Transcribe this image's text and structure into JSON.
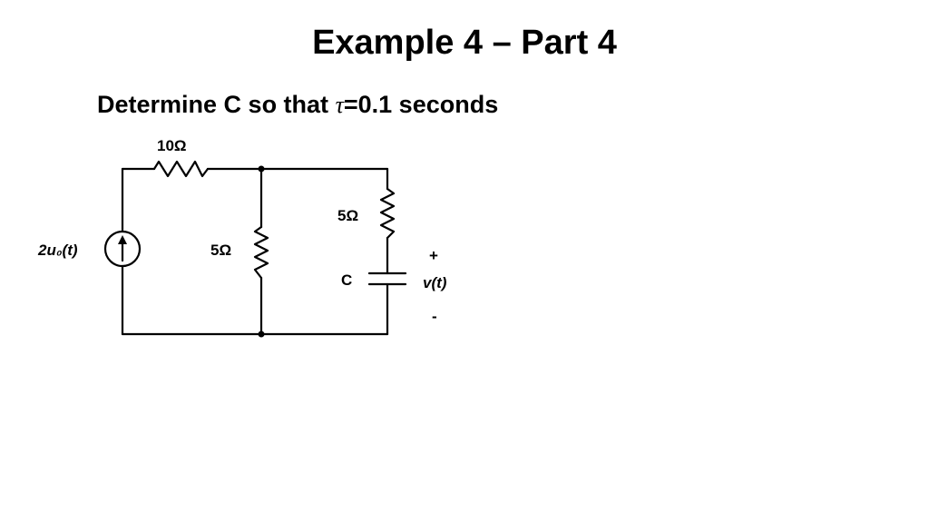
{
  "slide": {
    "title": "Example 4 – Part 4",
    "prompt_prefix": "Determine C so that ",
    "prompt_symbol": "τ",
    "prompt_suffix": "=0.1 seconds"
  },
  "circuit": {
    "source_label": "2u₀(t)",
    "top_resistor_label": "10Ω",
    "middle_resistor_label": "5Ω",
    "right_resistor_label": "5Ω",
    "capacitor_label": "C",
    "plus_sign": "+",
    "output_label": "v(t)",
    "minus_sign": "-"
  }
}
